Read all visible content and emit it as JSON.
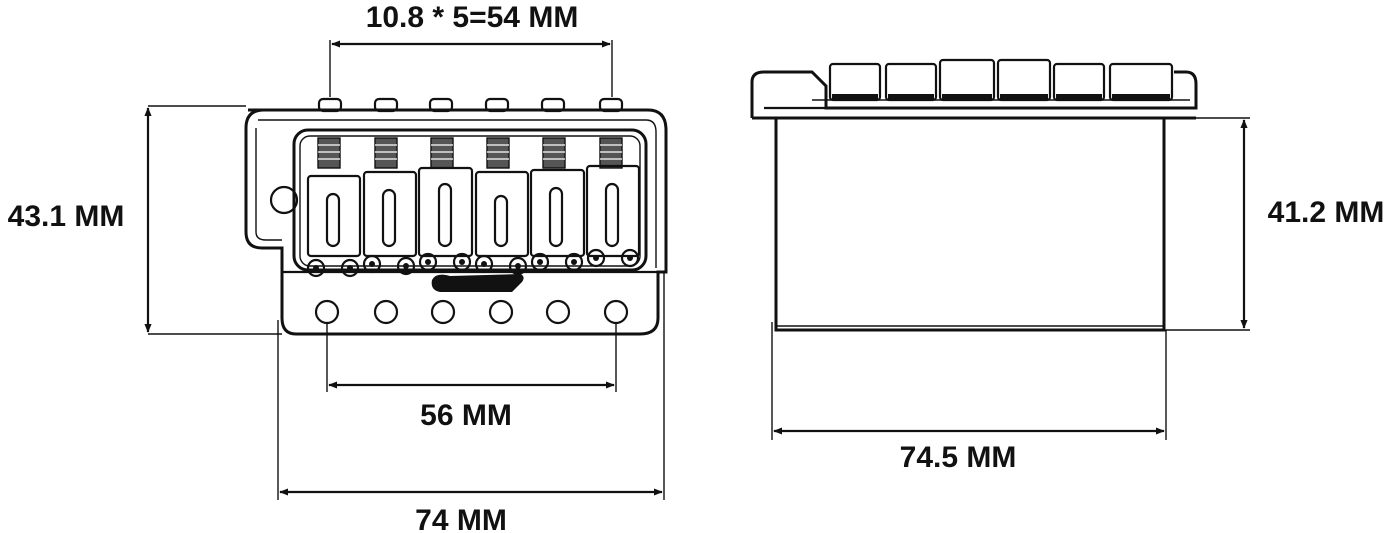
{
  "dimensions": {
    "string_spacing": "10.8 * 5=54 MM",
    "front_height": "43.1 MM",
    "screw_spacing": "56 MM",
    "front_width": "74 MM",
    "side_height": "41.2 MM",
    "side_width": "74.5 MM"
  },
  "colors": {
    "line": "#111111",
    "background": "#ffffff",
    "saddle_shade": "#cfcfcf"
  }
}
